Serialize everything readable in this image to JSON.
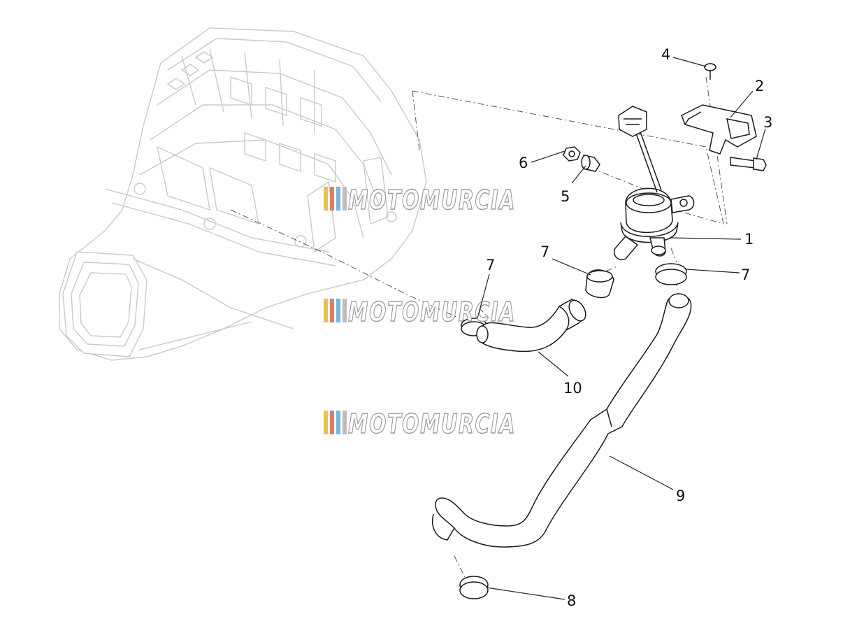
{
  "watermark": {
    "text": "MOTOMURCIA",
    "stripe_colors": [
      "#e8c34a",
      "#e07b6a",
      "#7ab6d8",
      "#bdbdbd"
    ]
  },
  "callouts": [
    {
      "label": "1",
      "part": "valve"
    },
    {
      "label": "2",
      "part": "bracket"
    },
    {
      "label": "3",
      "part": "bolt"
    },
    {
      "label": "4",
      "part": "screw"
    },
    {
      "label": "5",
      "part": "spacer"
    },
    {
      "label": "6",
      "part": "nut"
    },
    {
      "label": "7",
      "part": "clamp-left"
    },
    {
      "label": "7",
      "part": "clamp-middle"
    },
    {
      "label": "7",
      "part": "clamp-right"
    },
    {
      "label": "8",
      "part": "clamp-bottom"
    },
    {
      "label": "9",
      "part": "long-hose"
    },
    {
      "label": "10",
      "part": "short-hose"
    }
  ]
}
